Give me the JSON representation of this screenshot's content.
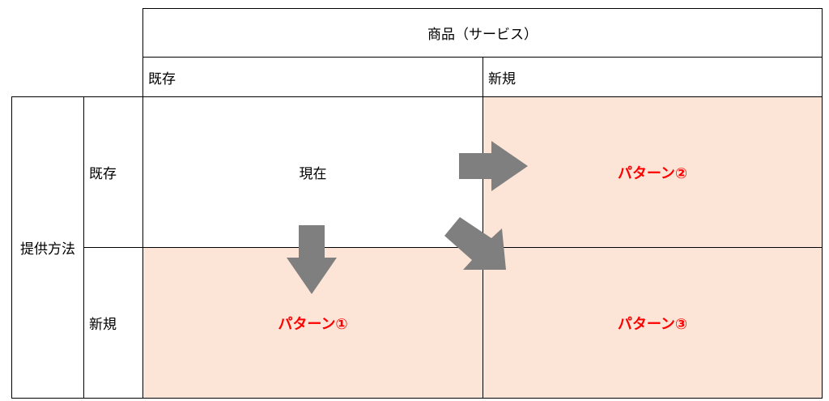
{
  "header": {
    "title": "商品（サービス）",
    "col_existing": "既存",
    "col_new": "新規"
  },
  "rows": {
    "axis_label": "提供方法",
    "row_existing": "既存",
    "row_new": "新規"
  },
  "cells": {
    "current": "現在",
    "pattern1": "パターン①",
    "pattern2": "パターン②",
    "pattern3": "パターン③"
  },
  "colors": {
    "shaded_fill": "#fce4d6",
    "pattern_text": "#ff0000",
    "arrow_fill": "#7f7f7f",
    "border": "#000000"
  },
  "arrows": [
    {
      "from": "current",
      "to": "pattern1",
      "direction": "down"
    },
    {
      "from": "current",
      "to": "pattern2",
      "direction": "right"
    },
    {
      "from": "current",
      "to": "pattern3",
      "direction": "down-right"
    }
  ]
}
